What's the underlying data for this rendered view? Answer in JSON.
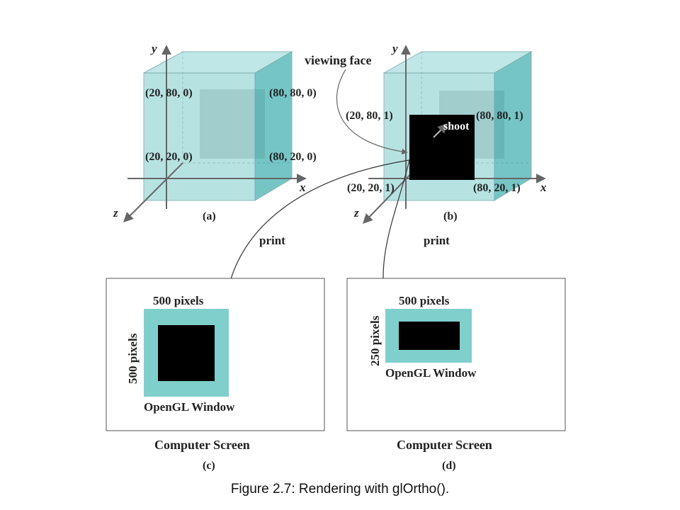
{
  "diagram": {
    "panel_a": {
      "axis_y": "y",
      "axis_x": "x",
      "axis_z": "z",
      "coord_top_left": "(20, 80, 0)",
      "coord_top_right": "(80, 80, 0)",
      "coord_bottom_left": "(20, 20, 0)",
      "coord_bottom_right": "(80, 20, 0)",
      "label": "(a)"
    },
    "panel_b": {
      "axis_y": "y",
      "axis_x": "x",
      "axis_z": "z",
      "viewing_face": "viewing face",
      "shoot": "shoot",
      "coord_top_left": "(20, 80, 1)",
      "coord_top_right": "(80, 80, 1)",
      "coord_bottom_left": "(20, 20, 1)",
      "coord_bottom_right": "(80, 20, 1)",
      "label": "(b)"
    },
    "print_left": "print",
    "print_right": "print",
    "panel_c": {
      "width_label": "500 pixels",
      "height_label": "500 pixels",
      "window_label": "OpenGL Window",
      "screen_label": "Computer Screen",
      "label": "(c)"
    },
    "panel_d": {
      "width_label": "500 pixels",
      "height_label": "250 pixels",
      "window_label": "OpenGL Window",
      "screen_label": "Computer Screen",
      "label": "(d)"
    },
    "colors": {
      "cube_front": "#a6dcdc",
      "cube_side": "#5fbcbc",
      "cube_top": "#b6e3e3",
      "inner_square": "#838a8a",
      "window_teal": "#7fcfcc",
      "black": "#000000"
    }
  },
  "caption": "Figure 2.7: Rendering with glOrtho()."
}
